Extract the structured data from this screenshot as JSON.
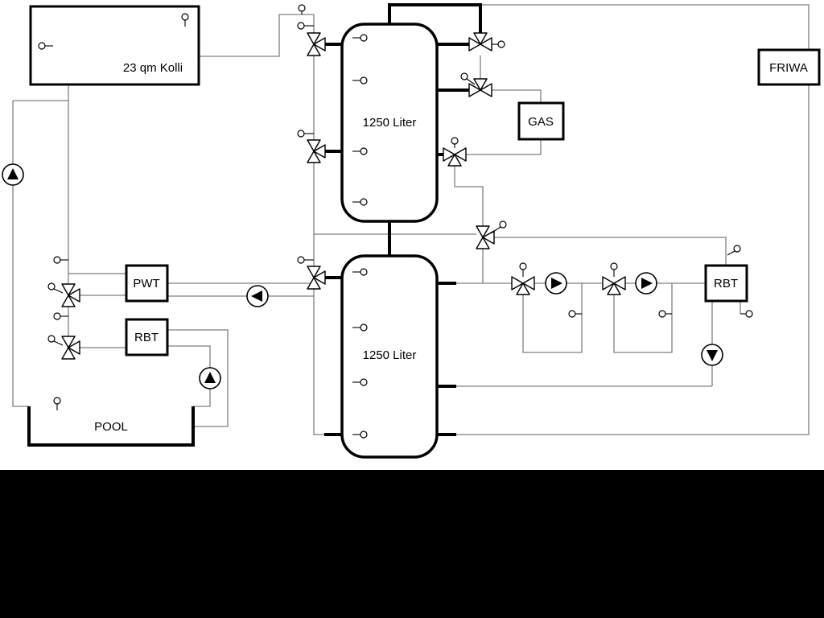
{
  "colors": {
    "background": "#ffffff",
    "footer": "#000000",
    "line": "#7f7f7f",
    "pipe": "#000000"
  },
  "labels": {
    "collector": "23 qm Kolli",
    "tank_top": "1250 Liter",
    "tank_bottom": "1250 Liter",
    "gas": "GAS",
    "friwa": "FRIWA",
    "pwt": "PWT",
    "rbt_left": "RBT",
    "rbt_right": "RBT",
    "pool": "POOL"
  }
}
